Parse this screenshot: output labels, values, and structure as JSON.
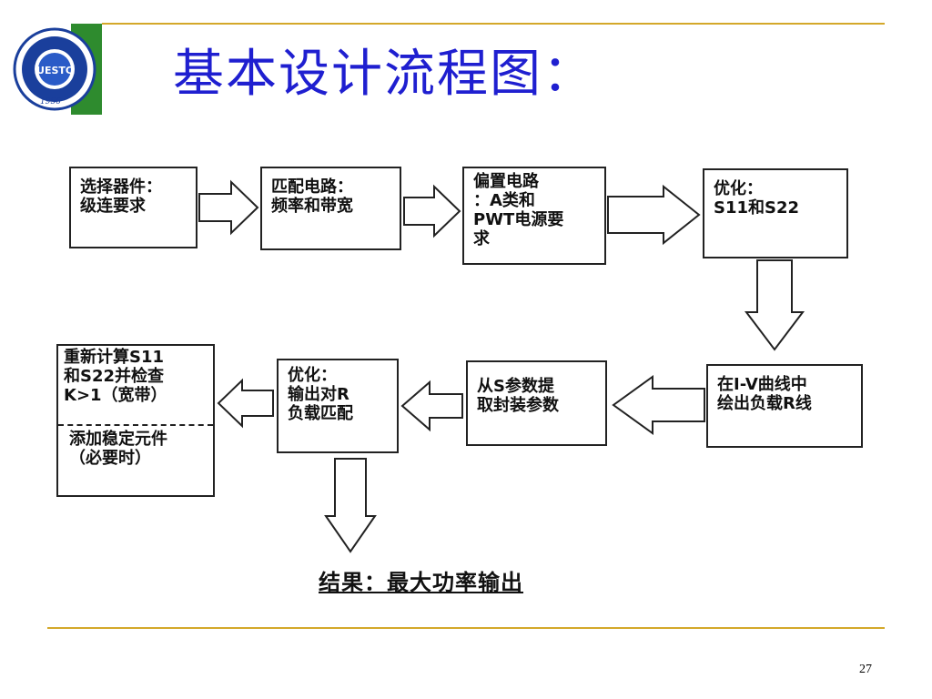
{
  "logo": {
    "text": "UESTC",
    "year": "1956",
    "alt": "uestc-seal"
  },
  "title": "基本设计流程图：",
  "boxes": {
    "b1": "选择器件：\n级连要求",
    "b2": "匹配电路：\n频率和带宽",
    "b3": "偏置电路\n：A类和\nPWT电源要\n求",
    "b4": "优化：\nS11和S22",
    "b5": "在I-V曲线中\n绘出负载R线",
    "b6": "从S参数提\n取封装参数",
    "b7": "优化：\n  输出对R\n负载匹配",
    "b8_top": "重新计算S11\n和S22并检查\nK>1（宽带）",
    "b8_bottom": "添加稳定元件\n（必要时）"
  },
  "result": "结果：最大功率输出",
  "page_number": "27",
  "colors": {
    "title": "#1f1fd0",
    "rule": "#d4a82a",
    "logo_blue": "#1a3f9c",
    "green": "#2e8b2e"
  }
}
